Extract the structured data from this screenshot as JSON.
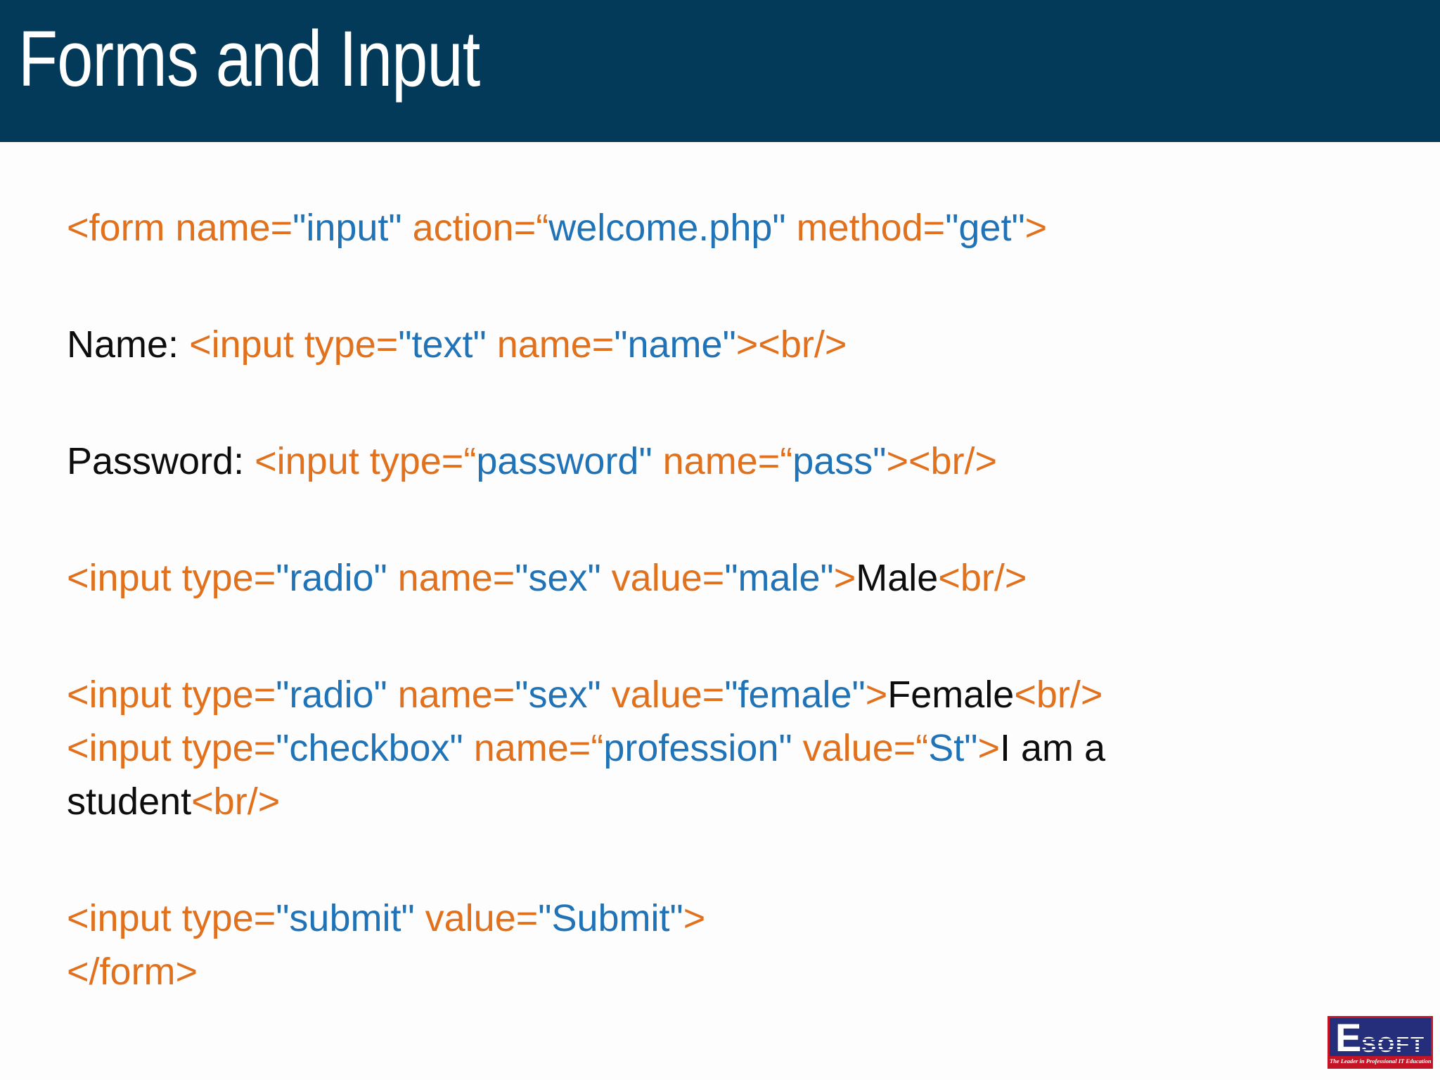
{
  "slide": {
    "title": "Forms and Input"
  },
  "colors": {
    "header_bg": "#033A59",
    "orange": "#E2711D",
    "blue": "#1F73B6",
    "black": "#0d0d0d",
    "logo_navy": "#252E7A",
    "logo_red": "#C41425",
    "background": "#fdfdfd",
    "title_text": "#ffffff"
  },
  "code": {
    "paragraphs": [
      {
        "lines": [
          [
            {
              "t": "<form name=",
              "c": "orange"
            },
            {
              "t": "\"input\"",
              "c": "blue"
            },
            {
              "t": " action=“",
              "c": "orange"
            },
            {
              "t": "welcome.php\"",
              "c": "blue"
            },
            {
              "t": " method=",
              "c": "orange"
            },
            {
              "t": "\"get\"",
              "c": "blue"
            },
            {
              "t": ">",
              "c": "orange"
            }
          ]
        ]
      },
      {
        "lines": [
          [
            {
              "t": "Name: ",
              "c": "black"
            },
            {
              "t": "<input type=",
              "c": "orange"
            },
            {
              "t": "\"text\"",
              "c": "blue"
            },
            {
              "t": " name=",
              "c": "orange"
            },
            {
              "t": "\"name\"",
              "c": "blue"
            },
            {
              "t": "><br/>",
              "c": "orange"
            }
          ]
        ]
      },
      {
        "lines": [
          [
            {
              "t": "Password: ",
              "c": "black"
            },
            {
              "t": "<input type=“",
              "c": "orange"
            },
            {
              "t": "password\"",
              "c": "blue"
            },
            {
              "t": " name=“",
              "c": "orange"
            },
            {
              "t": "pass\"",
              "c": "blue"
            },
            {
              "t": "><br/>",
              "c": "orange"
            }
          ]
        ]
      },
      {
        "lines": [
          [
            {
              "t": "<input type=",
              "c": "orange"
            },
            {
              "t": "\"radio\"",
              "c": "blue"
            },
            {
              "t": " name=",
              "c": "orange"
            },
            {
              "t": "\"sex\"",
              "c": "blue"
            },
            {
              "t": " value=",
              "c": "orange"
            },
            {
              "t": "\"male\"",
              "c": "blue"
            },
            {
              "t": ">",
              "c": "orange"
            },
            {
              "t": "Male",
              "c": "black"
            },
            {
              "t": "<br/>",
              "c": "orange"
            }
          ]
        ]
      },
      {
        "lines": [
          [
            {
              "t": "<input type=",
              "c": "orange"
            },
            {
              "t": "\"radio\"",
              "c": "blue"
            },
            {
              "t": " name=",
              "c": "orange"
            },
            {
              "t": "\"sex\"",
              "c": "blue"
            },
            {
              "t": " value=",
              "c": "orange"
            },
            {
              "t": "\"female\"",
              "c": "blue"
            },
            {
              "t": ">",
              "c": "orange"
            },
            {
              "t": "Female",
              "c": "black"
            },
            {
              "t": "<br/>",
              "c": "orange"
            }
          ],
          [
            {
              "t": "<input type=",
              "c": "orange"
            },
            {
              "t": "\"checkbox\"",
              "c": "blue"
            },
            {
              "t": " name=“",
              "c": "orange"
            },
            {
              "t": "profession\"",
              "c": "blue"
            },
            {
              "t": " value=“",
              "c": "orange"
            },
            {
              "t": "St\"",
              "c": "blue"
            },
            {
              "t": ">",
              "c": "orange"
            },
            {
              "t": "I am a",
              "c": "black"
            }
          ],
          [
            {
              "t": "student",
              "c": "black"
            },
            {
              "t": "<br/>",
              "c": "orange"
            }
          ]
        ]
      },
      {
        "lines": [
          [
            {
              "t": "<input type=",
              "c": "orange"
            },
            {
              "t": "\"submit\"",
              "c": "blue"
            },
            {
              "t": " value=",
              "c": "orange"
            },
            {
              "t": "\"Submit\"",
              "c": "blue"
            },
            {
              "t": ">",
              "c": "orange"
            }
          ],
          [
            {
              "t": "</form>",
              "c": "orange"
            }
          ]
        ]
      }
    ]
  },
  "logo": {
    "e": "E",
    "soft": "SOFT",
    "tagline": "The Leader in Professional IT Education"
  }
}
